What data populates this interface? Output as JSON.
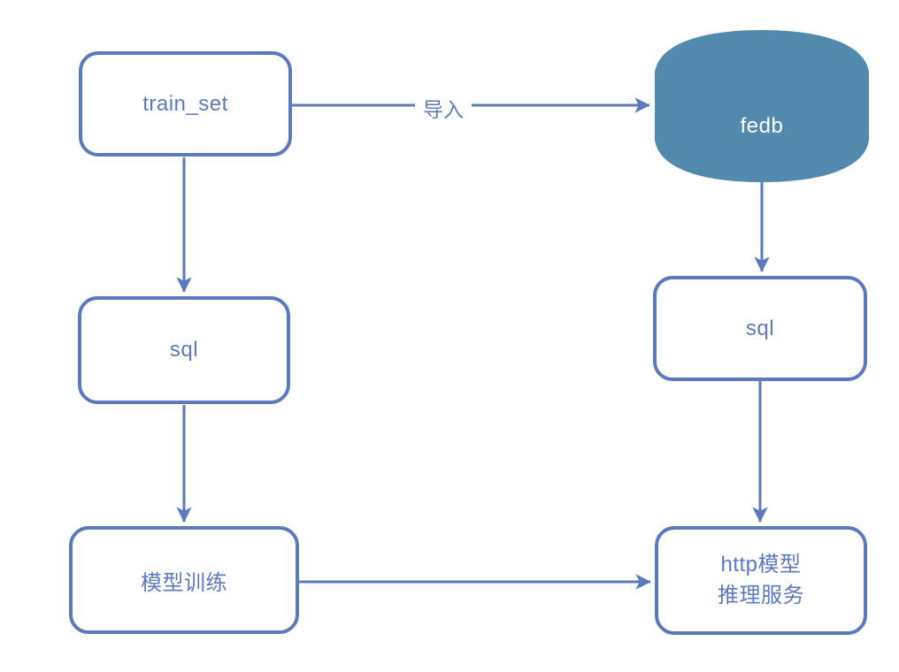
{
  "diagram": {
    "type": "flowchart",
    "background_color": "#ffffff",
    "line_color": "#5a7abc",
    "node_text_color": "#5d79c0",
    "database_fill_color": "#5289ad",
    "database_text_color": "#ffffff",
    "nodes": {
      "train_set": {
        "label": "train_set",
        "shape": "rounded-rectangle"
      },
      "fedb": {
        "label": "fedb",
        "shape": "database-cylinder"
      },
      "sql_left": {
        "label": "sql",
        "shape": "rounded-rectangle"
      },
      "sql_right": {
        "label": "sql",
        "shape": "rounded-rectangle"
      },
      "model_training": {
        "label": "模型训练",
        "shape": "rounded-rectangle"
      },
      "http_service": {
        "label_line1": "http模型",
        "label_line2": "推理服务",
        "shape": "rounded-rectangle"
      }
    },
    "edges": {
      "import_label": "导入",
      "connections": [
        {
          "from": "train_set",
          "to": "fedb",
          "label": "导入",
          "direction": "right"
        },
        {
          "from": "train_set",
          "to": "sql_left",
          "direction": "down"
        },
        {
          "from": "fedb",
          "to": "sql_right",
          "direction": "down"
        },
        {
          "from": "sql_left",
          "to": "model_training",
          "direction": "down"
        },
        {
          "from": "sql_right",
          "to": "http_service",
          "direction": "down"
        },
        {
          "from": "model_training",
          "to": "http_service",
          "direction": "right"
        }
      ]
    }
  }
}
